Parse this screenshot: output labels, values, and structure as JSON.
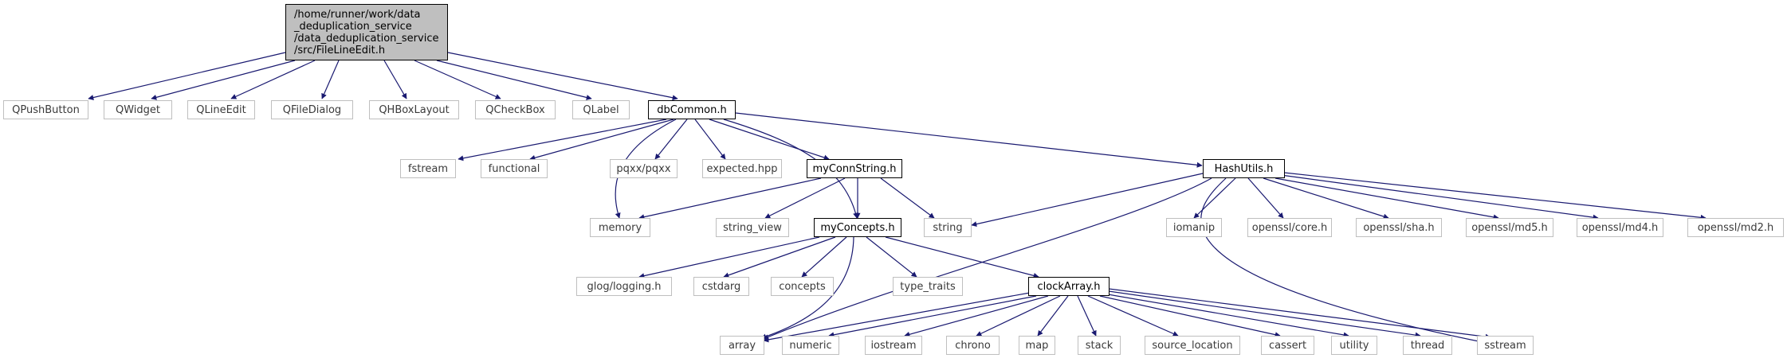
{
  "root": {
    "lines": [
      "/home/runner/work/data",
      "_deduplication_service",
      "/data_deduplication_service",
      "/src/FileLineEdit.h"
    ]
  },
  "nodes": {
    "qpushbutton": "QPushButton",
    "qwidget": "QWidget",
    "qlineedit": "QLineEdit",
    "qfiledialog": "QFileDialog",
    "qhboxlayout": "QHBoxLayout",
    "qcheckbox": "QCheckBox",
    "qlabel": "QLabel",
    "dbcommon": "dbCommon.h",
    "fstream": "fstream",
    "functional": "functional",
    "memory": "memory",
    "pqxx": "pqxx/pqxx",
    "expected": "expected.hpp",
    "myconnstring": "myConnString.h",
    "string_view": "string_view",
    "myconcepts": "myConcepts.h",
    "string": "string",
    "hashutils": "HashUtils.h",
    "iomanip": "iomanip",
    "openssl_core": "openssl/core.h",
    "openssl_sha": "openssl/sha.h",
    "openssl_md5": "openssl/md5.h",
    "openssl_md4": "openssl/md4.h",
    "openssl_md2": "openssl/md2.h",
    "glog": "glog/logging.h",
    "cstdarg": "cstdarg",
    "concepts": "concepts",
    "type_traits": "type_traits",
    "clockarray": "clockArray.h",
    "array": "array",
    "numeric": "numeric",
    "iostream": "iostream",
    "chrono": "chrono",
    "map": "map",
    "stack": "stack",
    "source_location": "source_location",
    "cassert": "cassert",
    "utility": "utility",
    "thread": "thread",
    "sstream": "sstream"
  },
  "colors": {
    "edge": "#191970",
    "root_fill": "#bfbfbf",
    "ext_border": "#bfbfbf",
    "local_border": "#000000"
  }
}
